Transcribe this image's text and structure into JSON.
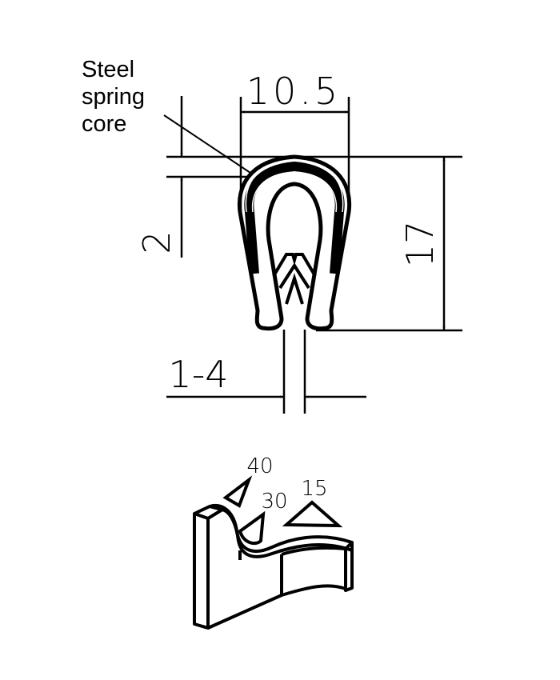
{
  "diagram": {
    "type": "technical-drawing",
    "subject": "Edge trim profile with steel spring core",
    "colors": {
      "line": "#000000",
      "background": "#ffffff"
    },
    "annotation": {
      "lines": [
        "Steel",
        "spring",
        "core"
      ]
    },
    "dimensions": {
      "width": "10.5",
      "height": "17",
      "core_thickness": "2",
      "grip_range": "1-4"
    },
    "isometric_view": {
      "angles": {
        "a": "40",
        "b": "30",
        "c": "15"
      }
    }
  }
}
